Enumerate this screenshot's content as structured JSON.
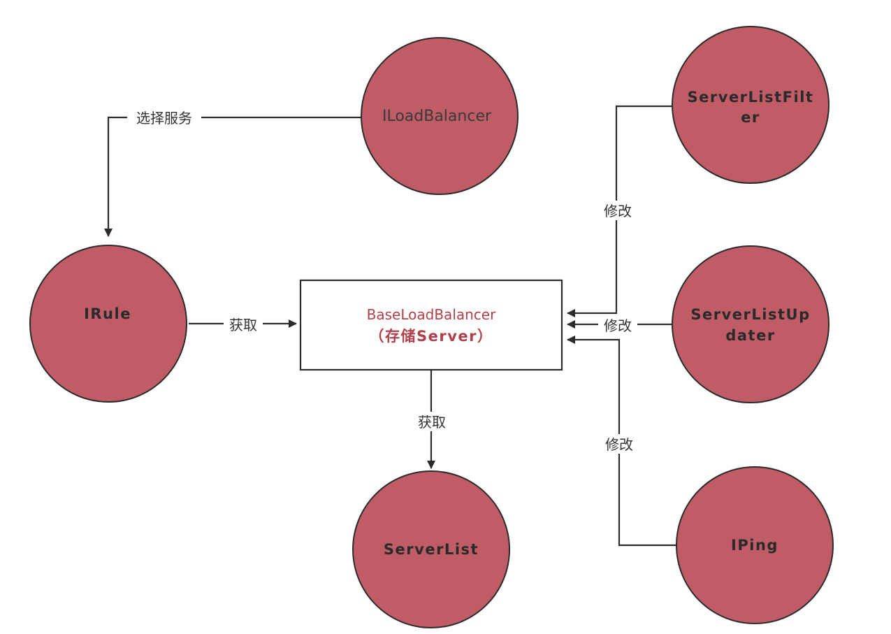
{
  "colors": {
    "node_fill": "#bf5c66",
    "node_stroke": "#2b2b2b",
    "line": "#2b2b2b",
    "box_text": "#b0404a"
  },
  "nodes": {
    "iloadbalancer": {
      "label": "ILoadBalancer"
    },
    "irule": {
      "label": "IRule"
    },
    "serverlist": {
      "label": "ServerList"
    },
    "serverlistfilter": {
      "line1": "ServerListFilt",
      "line2": "er"
    },
    "serverlistupdater": {
      "line1": "ServerListUp",
      "line2": "dater"
    },
    "iping": {
      "label": "IPing"
    },
    "baseloadbalancer": {
      "title": "BaseLoadBalancer",
      "subtitle": "（存储Server）"
    }
  },
  "edges": {
    "select_service": "选择服务",
    "get_from_irule": "获取",
    "get_serverlist": "获取",
    "modify_filter": "修改",
    "modify_updater": "修改",
    "modify_ping": "修改"
  }
}
